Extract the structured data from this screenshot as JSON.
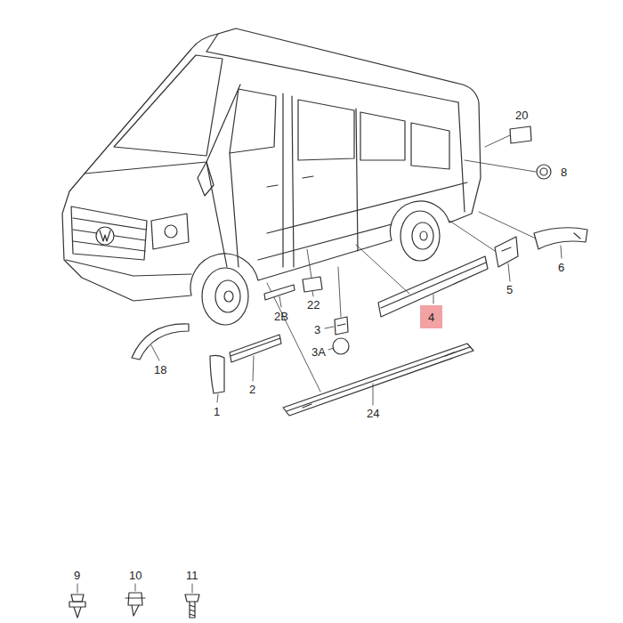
{
  "diagram": {
    "labels": [
      "20",
      "8",
      "6",
      "5",
      "4",
      "2B",
      "22",
      "3",
      "3A",
      "18",
      "2",
      "1",
      "24",
      "9",
      "10",
      "11"
    ]
  }
}
